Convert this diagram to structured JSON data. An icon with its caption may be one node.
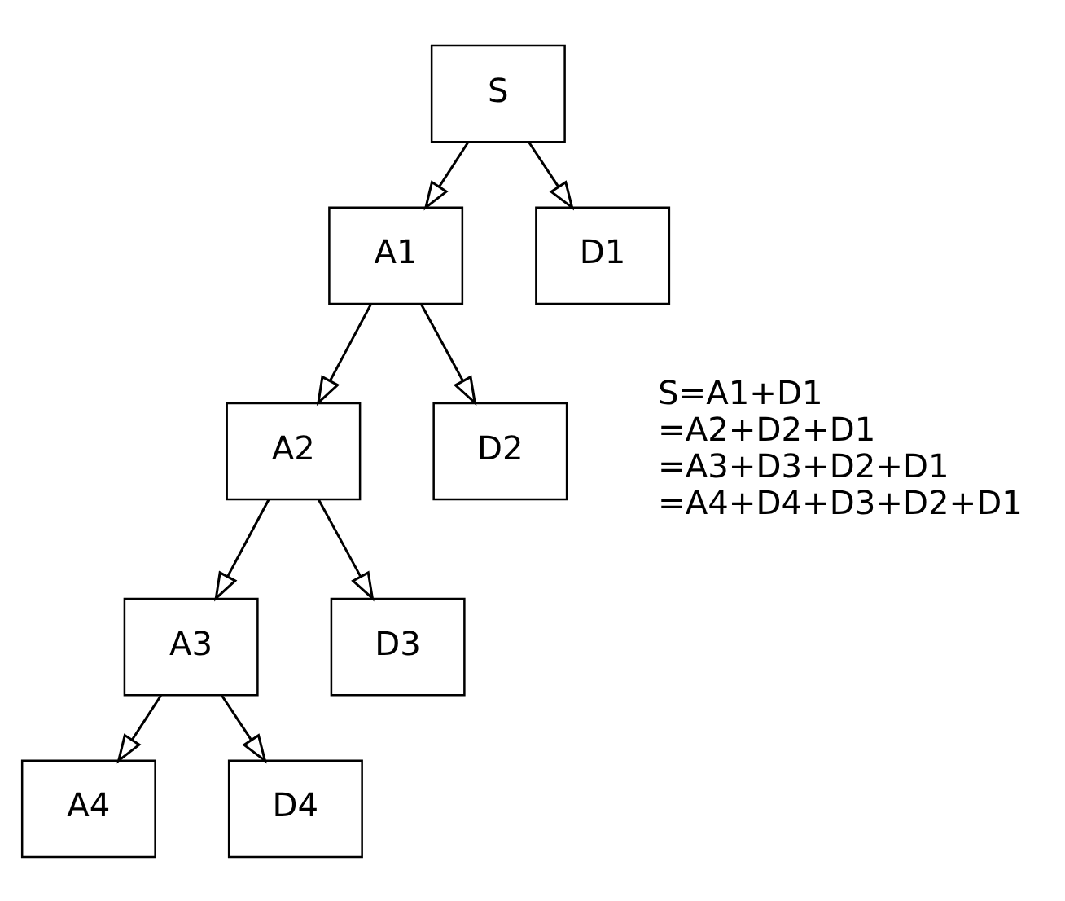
{
  "diagram": {
    "nodes": [
      {
        "text": [
          "S"
        ]
      },
      {
        "text": [
          "A1"
        ]
      },
      {
        "text": [
          "D1"
        ]
      },
      {
        "text": [
          "A2"
        ]
      },
      {
        "text": [
          "D2"
        ]
      },
      {
        "text": [
          "A3"
        ]
      },
      {
        "text": [
          "D3"
        ]
      },
      {
        "text": [
          "A4"
        ]
      },
      {
        "text": [
          "D4"
        ]
      }
    ],
    "edges": [
      {
        "from": 0,
        "to": 1,
        "arrow": "to"
      },
      {
        "from": 0,
        "to": 2,
        "arrow": "to"
      },
      {
        "from": 1,
        "to": 3,
        "arrow": "to"
      },
      {
        "from": 1,
        "to": 4,
        "arrow": "to"
      },
      {
        "from": 3,
        "to": 5,
        "arrow": "to"
      },
      {
        "from": 3,
        "to": 6,
        "arrow": "to"
      },
      {
        "from": 5,
        "to": 7,
        "arrow": "to"
      },
      {
        "from": 5,
        "to": 8,
        "arrow": "to"
      }
    ],
    "labels": [
      "S=A1+D1",
      "=A2+D2+D1",
      "=A3+D3+D2+D1",
      "=A4+D4+D3+D2+D1"
    ]
  }
}
